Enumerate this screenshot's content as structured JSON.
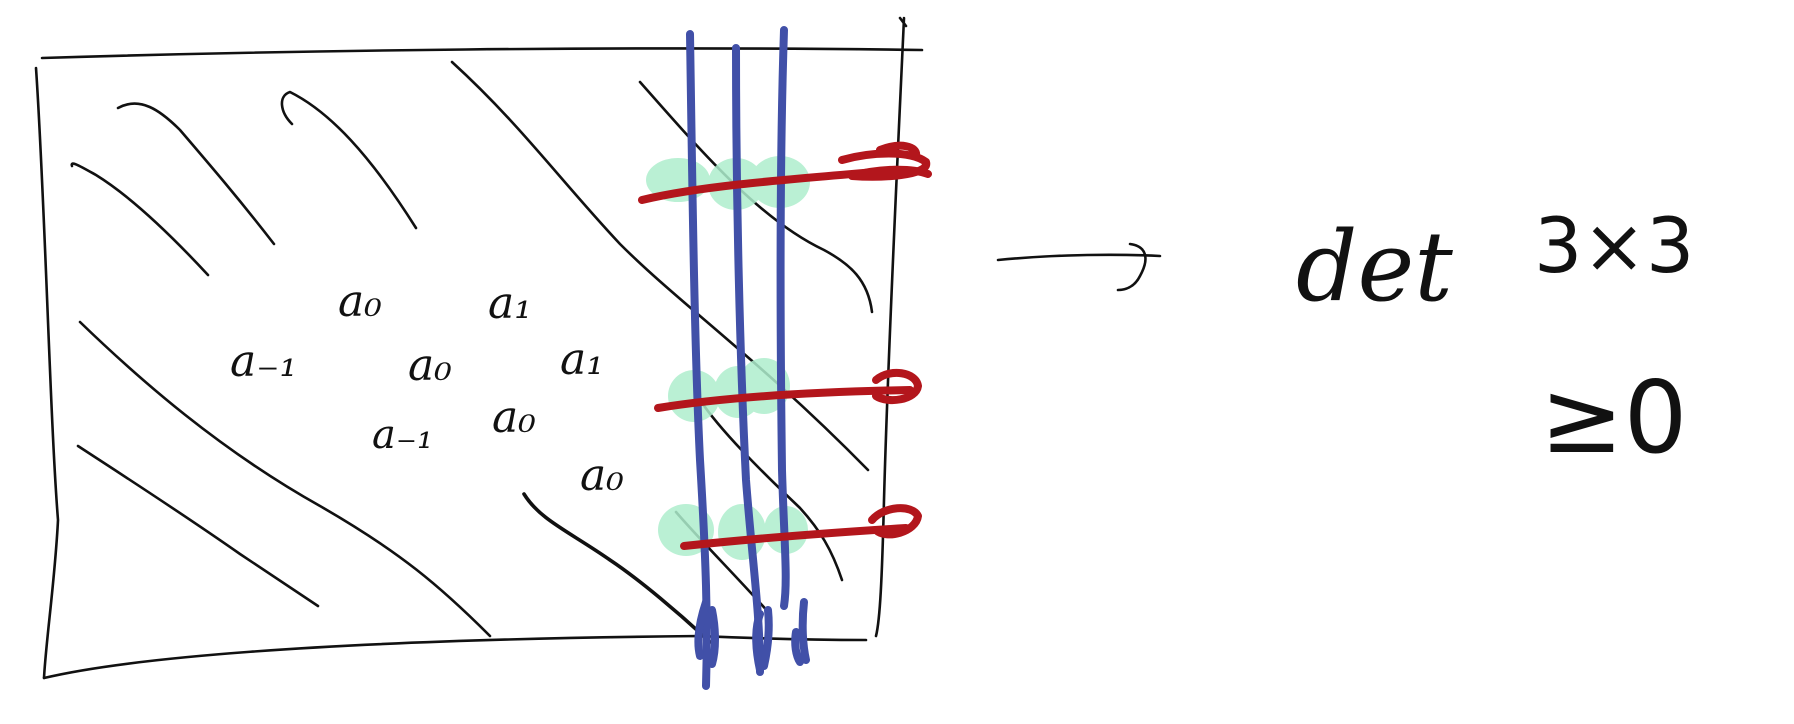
{
  "matrix": {
    "entries": [
      {
        "text": "a₀",
        "role": "main-diagonal"
      },
      {
        "text": "a₁",
        "role": "super-diagonal"
      },
      {
        "text": "a₋₁",
        "role": "sub-diagonal"
      },
      {
        "text": "a₀",
        "role": "main-diagonal"
      },
      {
        "text": "a₁",
        "role": "super-diagonal"
      },
      {
        "text": "a₋₁",
        "role": "sub-diagonal"
      },
      {
        "text": "a₀",
        "role": "main-diagonal"
      },
      {
        "text": "a₀",
        "role": "main-diagonal"
      }
    ]
  },
  "result": {
    "det_text": "det",
    "size_text": "3×3",
    "inequality_text": "≥0"
  },
  "colors": {
    "ink": "#111111",
    "column_lines": "#4150a8",
    "row_lines": "#b3161c",
    "intersections": "#aeeecd"
  },
  "icons": {
    "arrow": "right-arrow-icon"
  }
}
